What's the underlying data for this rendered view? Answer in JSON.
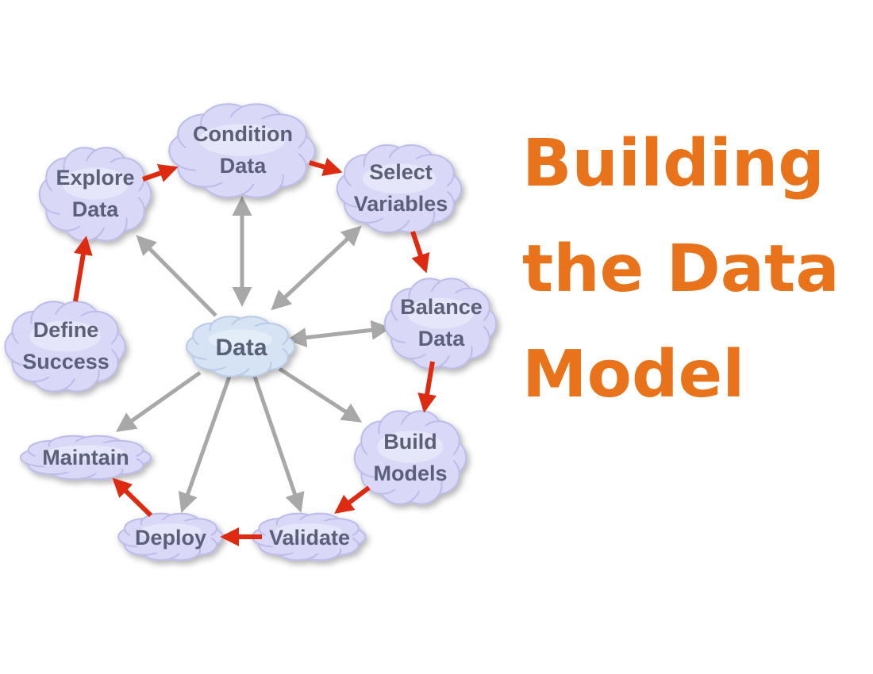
{
  "title": {
    "line1": "Building",
    "line2": "the Data",
    "line3": "Model"
  },
  "nodes": {
    "condition": [
      "Condition",
      "Data"
    ],
    "explore": [
      "Explore",
      "Data"
    ],
    "select": [
      "Select",
      "Variables"
    ],
    "balance": [
      "Balance",
      "Data"
    ],
    "define": [
      "Define",
      "Success"
    ],
    "data": [
      "Data"
    ],
    "build": [
      "Build",
      "Models"
    ],
    "maintain": [
      "Maintain"
    ],
    "deploy": [
      "Deploy"
    ],
    "validate": [
      "Validate"
    ]
  },
  "colors": {
    "title": "#e8731a",
    "cloud": "#d9d9f7",
    "center_cloud": "#d5e3f5",
    "process_arrow": "#dd2a10",
    "data_arrow": "#a8a8a8",
    "label": "#5b6079"
  }
}
